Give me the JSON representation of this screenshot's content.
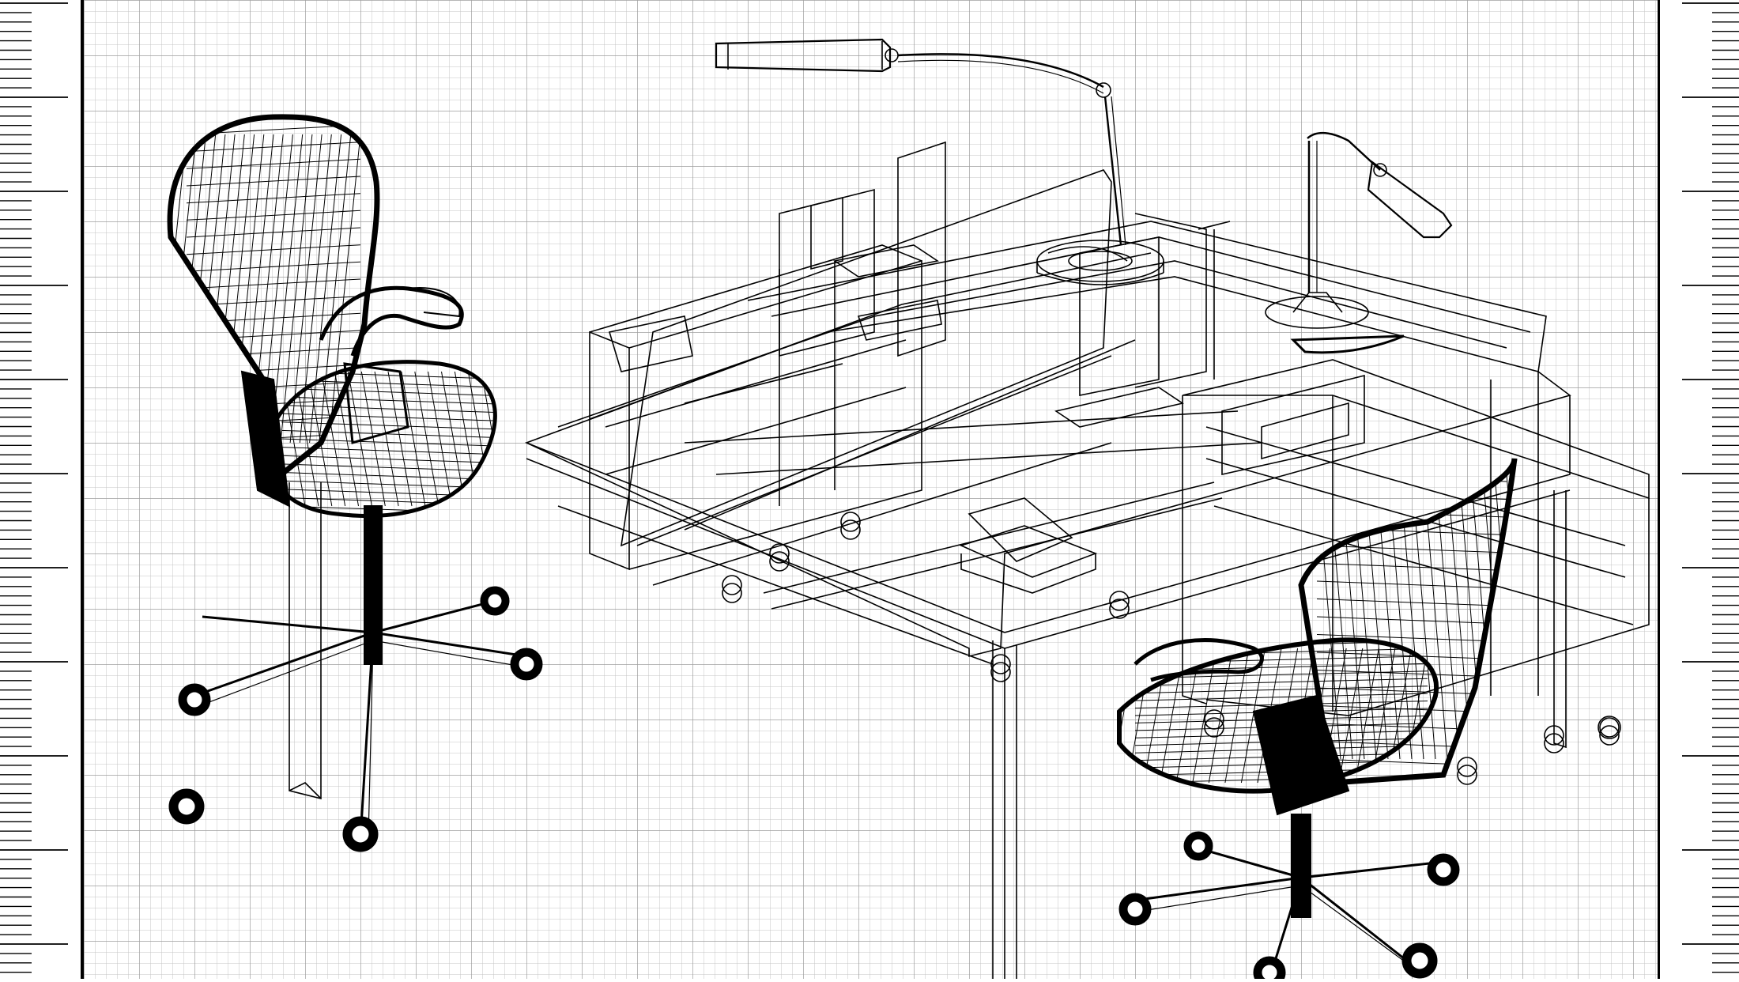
{
  "sheet": {
    "paper_color": "#ffffff",
    "grid_color": "#b9b9b9",
    "ink_color": "#000000"
  },
  "rulers": {
    "left": {
      "tick_style": "dense-minor-with-major-every-10"
    },
    "right": {
      "tick_style": "dense-minor-with-major-every-10"
    }
  },
  "drawing": {
    "objects": [
      {
        "name": "office-chair-left",
        "style": "wireframe"
      },
      {
        "name": "office-chair-right",
        "style": "wireframe"
      },
      {
        "name": "double-desk",
        "style": "wireframe"
      },
      {
        "name": "desk-lamp-left",
        "style": "wireframe"
      },
      {
        "name": "desk-lamp-right",
        "style": "wireframe"
      },
      {
        "name": "monitor-stand-left",
        "style": "wireframe"
      },
      {
        "name": "monitor-stand-right",
        "style": "wireframe"
      },
      {
        "name": "cable-tray",
        "style": "wireframe"
      },
      {
        "name": "drawer-pedestal",
        "style": "wireframe"
      }
    ]
  }
}
